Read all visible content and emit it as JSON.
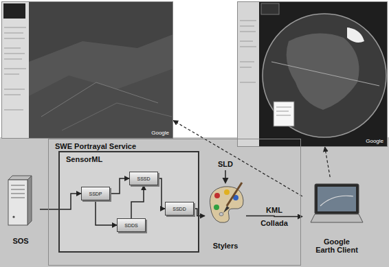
{
  "diagram": {
    "nodes": [
      {
        "text": [
          "Google"
        ]
      },
      {
        "text": [
          "Google"
        ]
      },
      {
        "text": [
          "SOS"
        ]
      },
      {
        "text": [
          "SWE Portrayal Service"
        ]
      },
      {
        "text": [
          "SensorML"
        ],
        "in": 3
      },
      {
        "text": [
          "SSDP"
        ],
        "in": 4
      },
      {
        "text": [
          "SSSD"
        ],
        "in": 4
      },
      {
        "text": [
          "SDDS"
        ],
        "in": 4
      },
      {
        "text": [
          "SSDD"
        ],
        "in": 4
      },
      {
        "text": [
          "Stylers"
        ],
        "in": 3
      },
      {
        "text": [
          "Google Earth Client"
        ]
      }
    ],
    "edges": [
      {
        "from": 2,
        "to": 5,
        "arrow": "to"
      },
      {
        "from": 5,
        "to": 6,
        "arrow": "to"
      },
      {
        "from": 5,
        "to": 7,
        "arrow": "to"
      },
      {
        "from": 7,
        "to": 6,
        "arrow": "to"
      },
      {
        "from": 6,
        "to": 8,
        "arrow": "to"
      },
      {
        "from": 8,
        "to": 9,
        "arrow": "to"
      },
      {
        "from": 9,
        "to": 10,
        "label": "KML",
        "arrow": "to"
      },
      {
        "from": 10,
        "to": 0,
        "arrow": "to"
      },
      {
        "from": 10,
        "to": 1,
        "arrow": "to"
      }
    ],
    "labels": [
      "SLD",
      "Collada"
    ]
  }
}
